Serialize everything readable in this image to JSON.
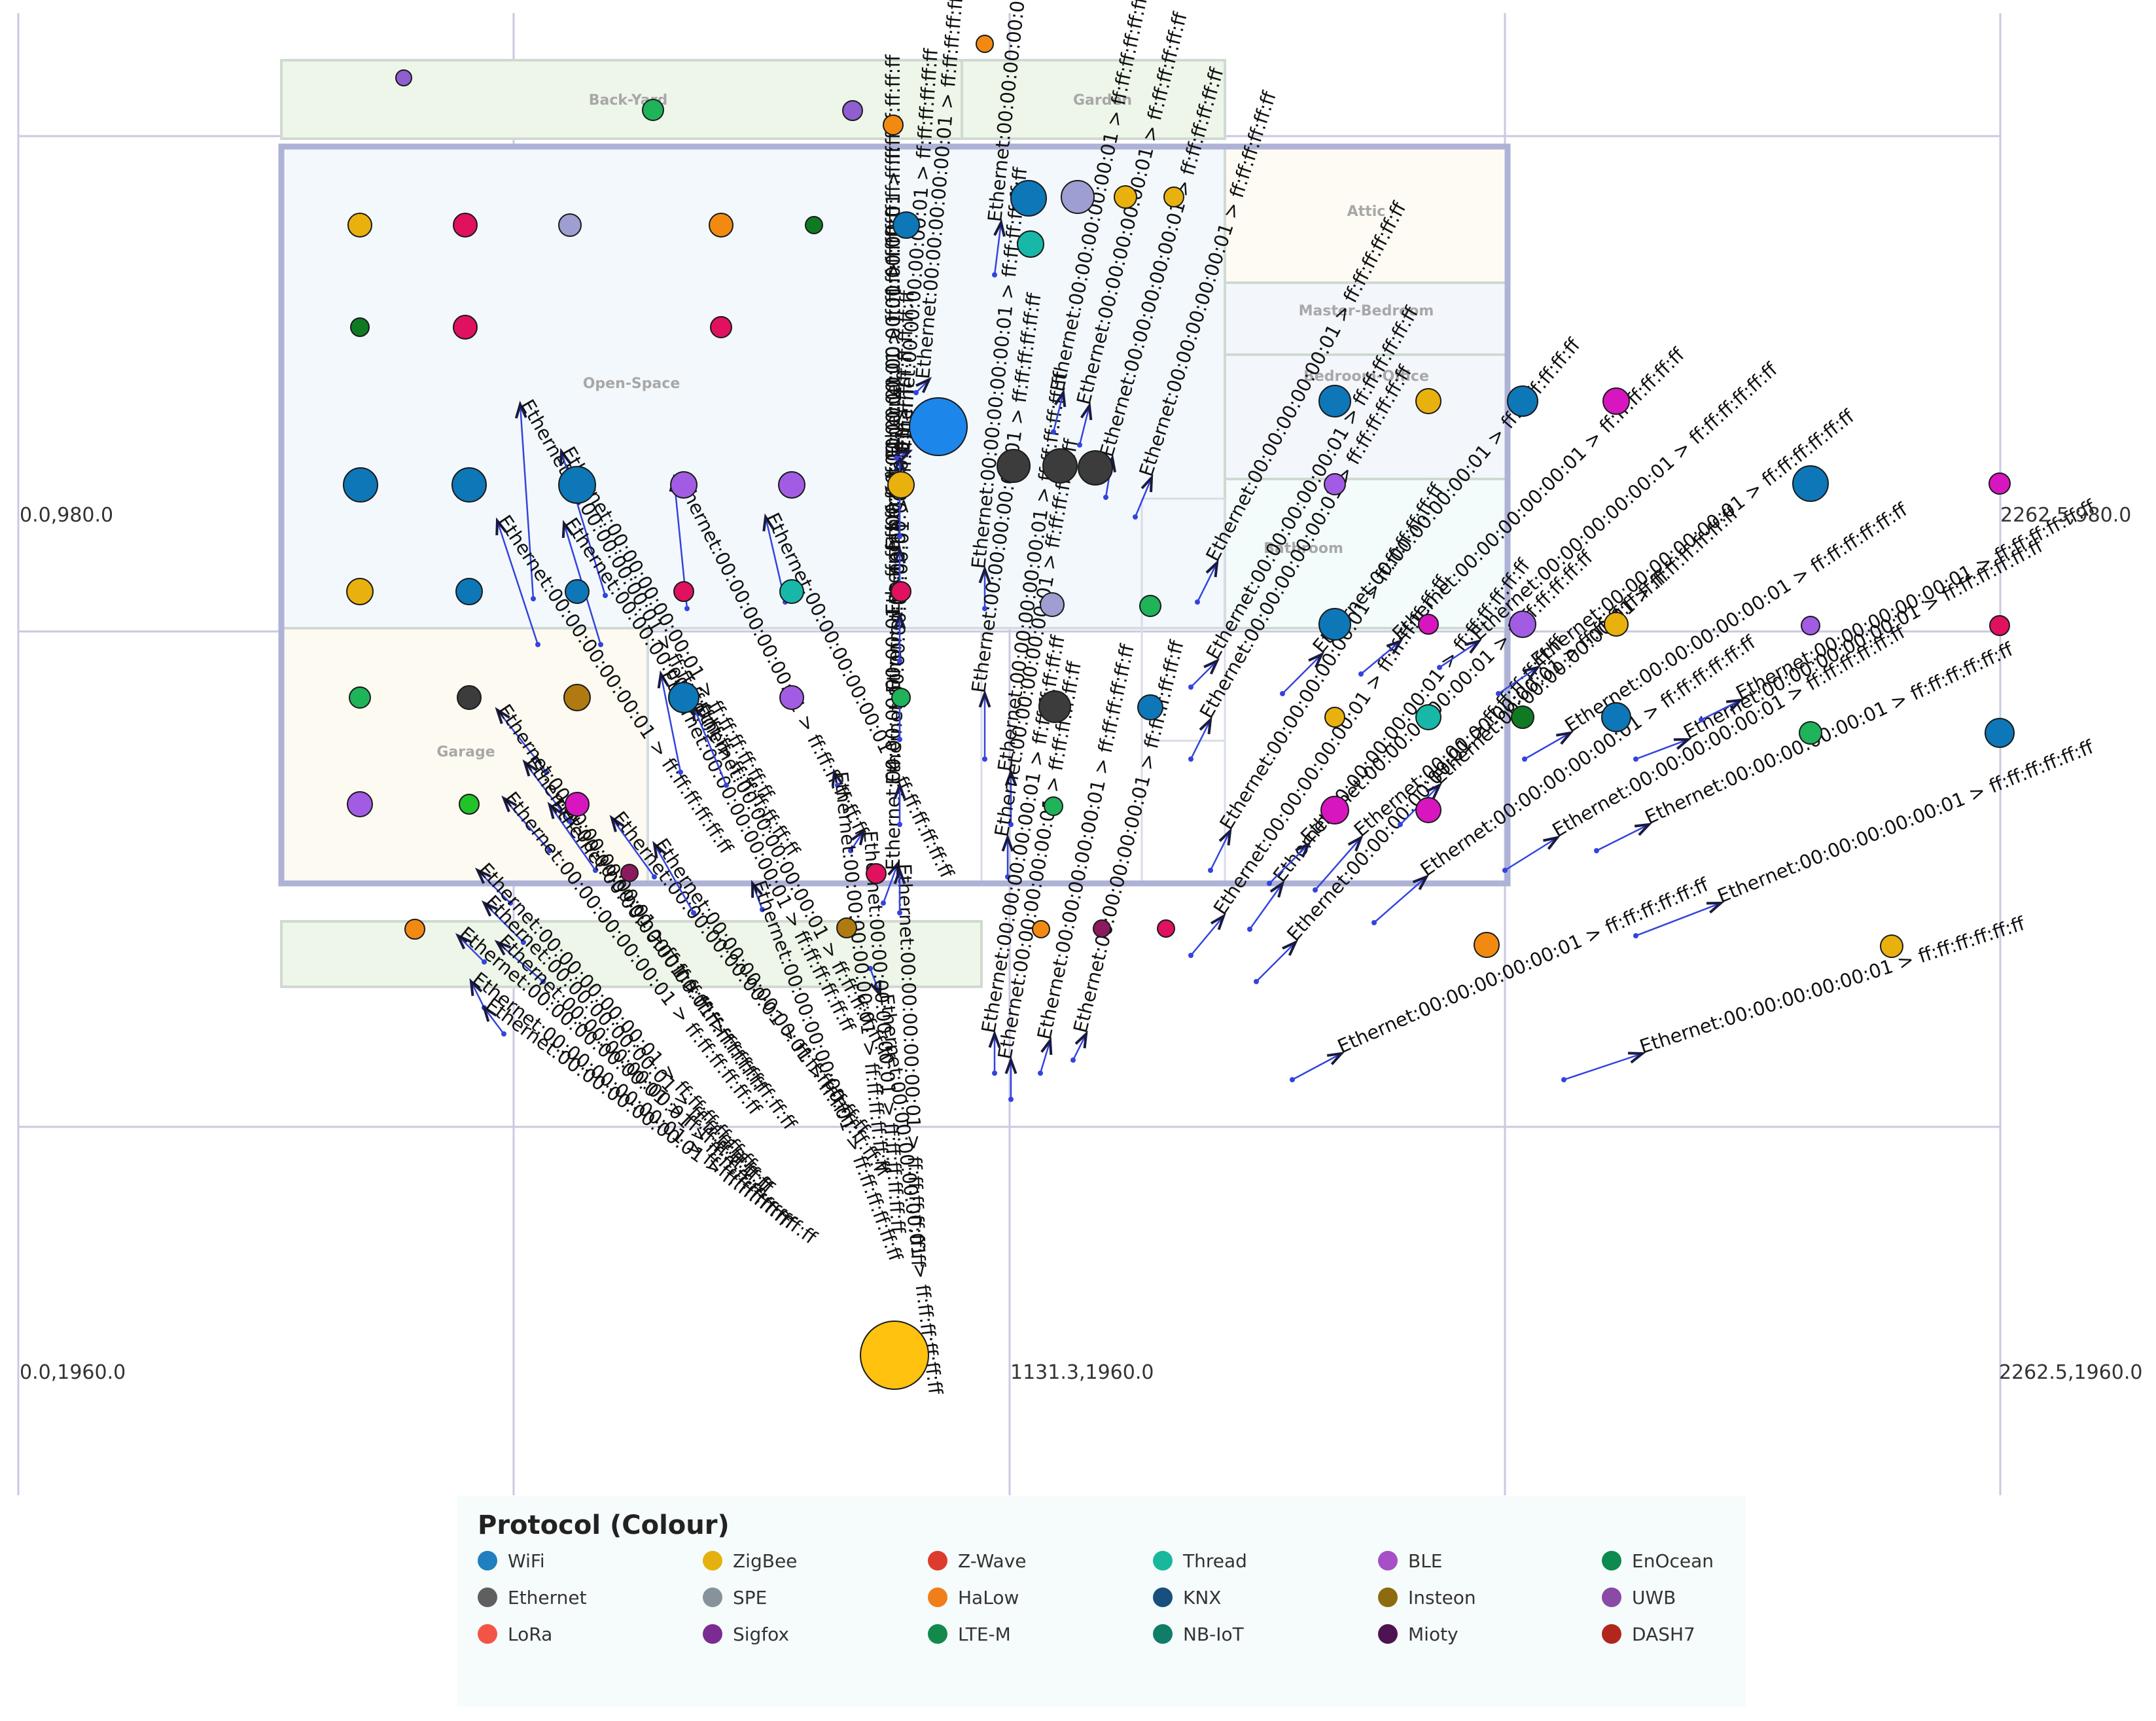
{
  "coords": {
    "left_mid": "0.0,980.0",
    "right_mid": "2262.5,980.0",
    "left_bottom": "0.0,1960.0",
    "center_bottom": "1131.3,1960.0",
    "right_bottom": "2262.5,1960.0"
  },
  "rooms": [
    {
      "name": "Back-Yard",
      "fill": "#eef6ea"
    },
    {
      "name": "Garden",
      "fill": "#eef6ea"
    },
    {
      "name": "Attic",
      "fill": "#fdfbf4"
    },
    {
      "name": "Master-Bedroom",
      "fill": "#f3f6fb"
    },
    {
      "name": "Bedroom-Office",
      "fill": "#f3f6fb"
    },
    {
      "name": "Open-Space",
      "fill": "#f3f8fc"
    },
    {
      "name": "Garage",
      "fill": "#fdfaf2"
    },
    {
      "name": "Bathroom",
      "fill": "#f3fbfb"
    },
    {
      "name": "",
      "fill": "#eef6ea"
    }
  ],
  "link_label": "Ethernet:00:00:00:00:00:01 > ff:ff:ff:ff:ff:ff",
  "legend": {
    "title": "Protocol (Colour)",
    "items": [
      {
        "label": "WiFi",
        "color": "#1f7fbf"
      },
      {
        "label": "ZigBee",
        "color": "#e5b10f"
      },
      {
        "label": "Z-Wave",
        "color": "#dc3b2e"
      },
      {
        "label": "Thread",
        "color": "#18b89d"
      },
      {
        "label": "BLE",
        "color": "#a64fc6"
      },
      {
        "label": "EnOcean",
        "color": "#0c8a4f"
      },
      {
        "label": "Ethernet",
        "color": "#5f5f5f"
      },
      {
        "label": "SPE",
        "color": "#86939a"
      },
      {
        "label": "HaLow",
        "color": "#f07e1a"
      },
      {
        "label": "KNX",
        "color": "#184f7c"
      },
      {
        "label": "Insteon",
        "color": "#8e6b10"
      },
      {
        "label": "UWB",
        "color": "#8a4aa6"
      },
      {
        "label": "LoRa",
        "color": "#f25548"
      },
      {
        "label": "Sigfox",
        "color": "#7b2c92"
      },
      {
        "label": "LTE-M",
        "color": "#138a4c"
      },
      {
        "label": "NB-IoT",
        "color": "#0f7d68"
      },
      {
        "label": "Mioty",
        "color": "#4e1452"
      },
      {
        "label": "DASH7",
        "color": "#b1271e"
      }
    ]
  },
  "device_colors": {
    "wifi": "#0d77b8",
    "zigbee": "#e9b10e",
    "zwave": "#e0115f",
    "thread": "#18b8a8",
    "ble": "#a25ce4",
    "enocean": "#1fb35a",
    "ethernet": "#3c3c3c",
    "halow": "#f28a12",
    "uwb": "#8f5fcf",
    "insteon": "#b07a10",
    "lilac": "#9e9ed2",
    "darkgreen": "#0f7a22",
    "lime": "#22c22a",
    "magenta": "#d816c0",
    "blue": "#1d86ea",
    "crimson": "#d41a4a",
    "plum": "#8b1a5e"
  }
}
